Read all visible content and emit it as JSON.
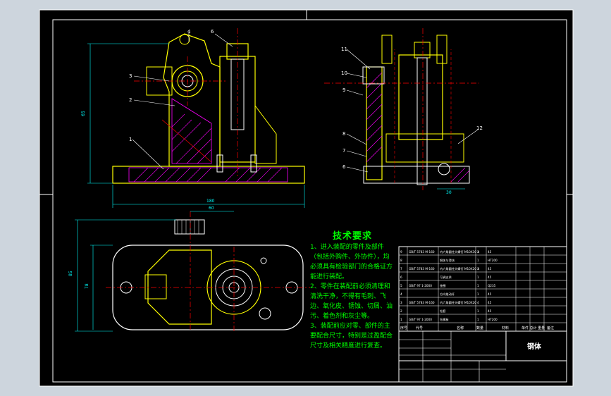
{
  "drawing": {
    "title_block_name": "钢体",
    "background": "#000000",
    "colors": {
      "frame": "#ffffff",
      "part": "#ffff00",
      "section": "#ff0000",
      "hatch": "#ff00ff",
      "dimension": "#00ffff",
      "text": "#00ff00",
      "outline": "#ffffff"
    }
  },
  "balloons": {
    "front": [
      "4",
      "6",
      "3",
      "2",
      "1"
    ],
    "side": [
      "11",
      "10",
      "9",
      "8",
      "7",
      "6",
      "12"
    ]
  },
  "dimensions": {
    "front_height": "65",
    "front_width": "180",
    "top_width": "60",
    "top_height_outer": "85",
    "top_height_inner": "78",
    "side_dim": "30"
  },
  "notes": {
    "title": "技术要求",
    "items": [
      "1、进入装配的零件及部件（包括外购件、外协件），均必须具有检验部门的合格证方能进行装配。",
      "2、零件在装配前必须清理和清洗干净，不得有毛刺、飞边、氧化皮、锈蚀、切屑、油污、着色剂和灰尘等。",
      "3、装配前应对零、部件的主要配合尺寸，特别是过盈配合尺寸及相关精度进行复查。"
    ]
  },
  "bom": {
    "rows": [
      [
        "9",
        "GB/T 5783 M-160",
        "内六角圆柱头螺钉 M10X30 A",
        "1",
        "45",
        ""
      ],
      [
        "8",
        "",
        "钢体与滑块",
        "1",
        "HT200",
        ""
      ],
      [
        "7",
        "GB/T 5783 M-160",
        "内六角圆柱头螺钉 M10X20 A",
        "1",
        "45",
        ""
      ],
      [
        "6",
        "",
        "可调支承",
        "1",
        "45",
        ""
      ],
      [
        "5",
        "GB/T 97 1-2000",
        "垫圈",
        "1",
        "Q235",
        ""
      ],
      [
        "4",
        "",
        "方向推动杆",
        "1",
        "45",
        ""
      ],
      [
        "3",
        "GB/T 5783 M-160",
        "内六角圆柱头螺钉 M10X20",
        "4",
        "45",
        ""
      ],
      [
        "2",
        "",
        "钻套",
        "1",
        "45",
        ""
      ],
      [
        "1",
        "GB/T 97 1-2000",
        "钻模板",
        "1",
        "HT200",
        ""
      ]
    ],
    "header": [
      "序号",
      "代号",
      "名称",
      "数量",
      "材料",
      "单件 总计 重量",
      "备注"
    ]
  }
}
